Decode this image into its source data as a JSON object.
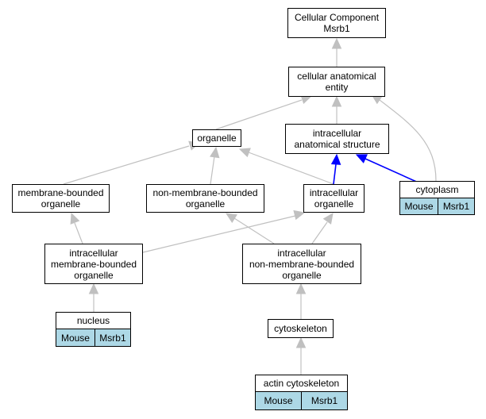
{
  "colors": {
    "edge": "#c0c0c0",
    "highlight": "#0000ff",
    "tag_bg": "#add8e6"
  },
  "nodes": {
    "root": "Cellular Component\nMsrb1",
    "cellular_anatomical_entity": "cellular anatomical\nentity",
    "organelle": "organelle",
    "intracellular_anatomical_structure": "intracellular\nanatomical structure",
    "membrane_bounded_organelle": "membrane-bounded\norganelle",
    "non_membrane_bounded_organelle": "non-membrane-bounded\norganelle",
    "intracellular_organelle": "intracellular\norganelle",
    "cytoplasm": "cytoplasm",
    "intracellular_membrane_bounded_organelle": "intracellular\nmembrane-bounded\norganelle",
    "intracellular_non_membrane_bounded_organelle": "intracellular\nnon-membrane-bounded\norganelle",
    "nucleus": "nucleus",
    "cytoskeleton": "cytoskeleton",
    "actin_cytoskeleton": "actin cytoskeleton"
  },
  "annotations": {
    "cytoplasm": [
      "Mouse",
      "Msrb1"
    ],
    "nucleus": [
      "Mouse",
      "Msrb1"
    ],
    "actin_cytoskeleton": [
      "Mouse",
      "Msrb1"
    ]
  }
}
